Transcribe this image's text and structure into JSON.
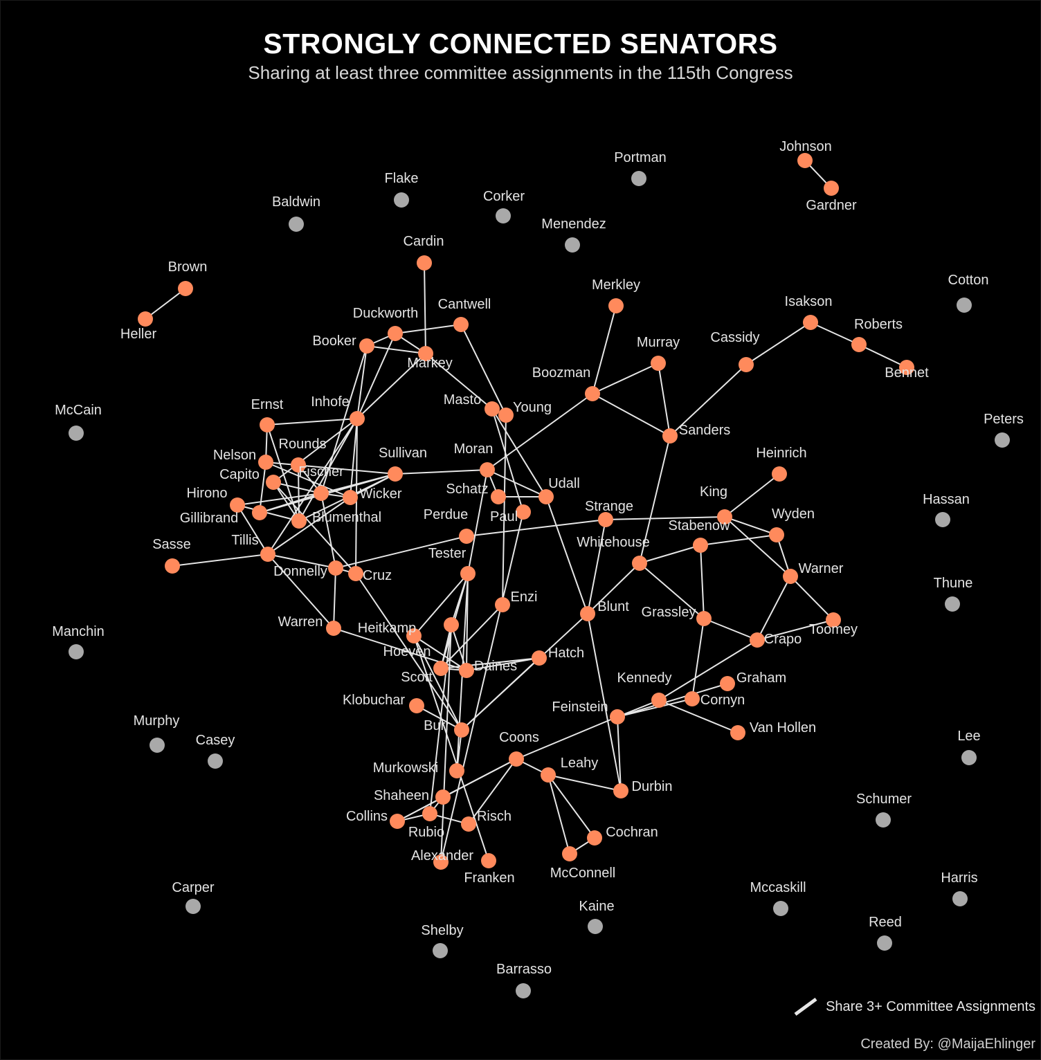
{
  "title": "STRONGLY CONNECTED SENATORS",
  "subtitle": "Sharing at least three committee assignments in the 115th Congress",
  "legend": {
    "label": "Share 3+ Committee Assignments"
  },
  "credit": "Created By: @MaijaEhlinger",
  "colors": {
    "background": "#000000",
    "connected": "#ff8a5c",
    "isolated": "#a9a9a9",
    "edge": "#e6e6e6"
  },
  "nodes": [
    {
      "id": "Johnson",
      "connected": true
    },
    {
      "id": "Gardner",
      "connected": true
    },
    {
      "id": "Portman",
      "connected": false
    },
    {
      "id": "Flake",
      "connected": false
    },
    {
      "id": "Corker",
      "connected": false
    },
    {
      "id": "Baldwin",
      "connected": false
    },
    {
      "id": "Menendez",
      "connected": false
    },
    {
      "id": "Cardin",
      "connected": true
    },
    {
      "id": "Brown",
      "connected": true
    },
    {
      "id": "Heller",
      "connected": true
    },
    {
      "id": "Merkley",
      "connected": true
    },
    {
      "id": "Cotton",
      "connected": false
    },
    {
      "id": "Isakson",
      "connected": true
    },
    {
      "id": "Roberts",
      "connected": true
    },
    {
      "id": "Bennet",
      "connected": true
    },
    {
      "id": "Cassidy",
      "connected": true
    },
    {
      "id": "Murray",
      "connected": true
    },
    {
      "id": "Boozman",
      "connected": true
    },
    {
      "id": "Duckworth",
      "connected": true
    },
    {
      "id": "Cantwell",
      "connected": true
    },
    {
      "id": "Booker",
      "connected": true
    },
    {
      "id": "Markey",
      "connected": true
    },
    {
      "id": "McCain",
      "connected": false
    },
    {
      "id": "Peters",
      "connected": false
    },
    {
      "id": "Ernst",
      "connected": true
    },
    {
      "id": "Inhofe",
      "connected": true
    },
    {
      "id": "Masto",
      "connected": true
    },
    {
      "id": "Young",
      "connected": true
    },
    {
      "id": "Sanders",
      "connected": true
    },
    {
      "id": "Heinrich",
      "connected": true
    },
    {
      "id": "Rounds",
      "connected": true
    },
    {
      "id": "Nelson",
      "connected": true
    },
    {
      "id": "Sullivan",
      "connected": true
    },
    {
      "id": "Moran",
      "connected": true
    },
    {
      "id": "Capito",
      "connected": true
    },
    {
      "id": "Fischer",
      "connected": true
    },
    {
      "id": "Hassan",
      "connected": false
    },
    {
      "id": "Hirono",
      "connected": true
    },
    {
      "id": "Wicker",
      "connected": true
    },
    {
      "id": "Schatz",
      "connected": true
    },
    {
      "id": "Udall",
      "connected": true
    },
    {
      "id": "King",
      "connected": true
    },
    {
      "id": "Gillibrand",
      "connected": true
    },
    {
      "id": "Blumenthal",
      "connected": true
    },
    {
      "id": "Paul",
      "connected": true
    },
    {
      "id": "Strange",
      "connected": true
    },
    {
      "id": "Wyden",
      "connected": true
    },
    {
      "id": "Perdue",
      "connected": true
    },
    {
      "id": "Stabenow",
      "connected": true
    },
    {
      "id": "Sasse",
      "connected": true
    },
    {
      "id": "Tillis",
      "connected": true
    },
    {
      "id": "Whitehouse",
      "connected": true
    },
    {
      "id": "Tester",
      "connected": true
    },
    {
      "id": "Warner",
      "connected": true
    },
    {
      "id": "Donnelly",
      "connected": true
    },
    {
      "id": "Cruz",
      "connected": true
    },
    {
      "id": "Thune",
      "connected": false
    },
    {
      "id": "Enzi",
      "connected": true
    },
    {
      "id": "Blunt",
      "connected": true
    },
    {
      "id": "Grassley",
      "connected": true
    },
    {
      "id": "Manchin",
      "connected": false
    },
    {
      "id": "Warren",
      "connected": true
    },
    {
      "id": "Heitkamp",
      "connected": true
    },
    {
      "id": "Toomey",
      "connected": true
    },
    {
      "id": "Crapo",
      "connected": true
    },
    {
      "id": "Hoeven",
      "connected": true
    },
    {
      "id": "Hatch",
      "connected": true
    },
    {
      "id": "Daines",
      "connected": true
    },
    {
      "id": "Scott",
      "connected": true
    },
    {
      "id": "Kennedy",
      "connected": true
    },
    {
      "id": "Graham",
      "connected": true
    },
    {
      "id": "Klobuchar",
      "connected": true
    },
    {
      "id": "Cornyn",
      "connected": true
    },
    {
      "id": "Feinstein",
      "connected": true
    },
    {
      "id": "Murphy",
      "connected": false
    },
    {
      "id": "Burr",
      "connected": true
    },
    {
      "id": "Van Hollen",
      "connected": true
    },
    {
      "id": "Casey",
      "connected": false
    },
    {
      "id": "Coons",
      "connected": true
    },
    {
      "id": "Lee",
      "connected": false
    },
    {
      "id": "Murkowski",
      "connected": true
    },
    {
      "id": "Leahy",
      "connected": true
    },
    {
      "id": "Durbin",
      "connected": true
    },
    {
      "id": "Shaheen",
      "connected": true
    },
    {
      "id": "Schumer",
      "connected": false
    },
    {
      "id": "Collins",
      "connected": true
    },
    {
      "id": "Risch",
      "connected": true
    },
    {
      "id": "Rubio",
      "connected": true
    },
    {
      "id": "Cochran",
      "connected": true
    },
    {
      "id": "Alexander",
      "connected": true
    },
    {
      "id": "Franken",
      "connected": true
    },
    {
      "id": "McConnell",
      "connected": true
    },
    {
      "id": "Carper",
      "connected": false
    },
    {
      "id": "Mccaskill",
      "connected": false
    },
    {
      "id": "Harris",
      "connected": false
    },
    {
      "id": "Kaine",
      "connected": false
    },
    {
      "id": "Reed",
      "connected": false
    },
    {
      "id": "Shelby",
      "connected": false
    },
    {
      "id": "Barrasso",
      "connected": false
    }
  ],
  "edges": [
    [
      "Johnson",
      "Gardner"
    ],
    [
      "Brown",
      "Heller"
    ],
    [
      "Cardin",
      "Markey"
    ],
    [
      "Duckworth",
      "Booker"
    ],
    [
      "Duckworth",
      "Markey"
    ],
    [
      "Duckworth",
      "Cantwell"
    ],
    [
      "Duckworth",
      "Inhofe"
    ],
    [
      "Booker",
      "Markey"
    ],
    [
      "Booker",
      "Inhofe"
    ],
    [
      "Booker",
      "Fischer"
    ],
    [
      "Markey",
      "Inhofe"
    ],
    [
      "Markey",
      "Masto"
    ],
    [
      "Cantwell",
      "Young"
    ],
    [
      "Merkley",
      "Boozman"
    ],
    [
      "Boozman",
      "Murray"
    ],
    [
      "Boozman",
      "Sanders"
    ],
    [
      "Boozman",
      "Moran"
    ],
    [
      "Murray",
      "Sanders"
    ],
    [
      "Sanders",
      "Cassidy"
    ],
    [
      "Sanders",
      "Whitehouse"
    ],
    [
      "Cassidy",
      "Isakson"
    ],
    [
      "Isakson",
      "Roberts"
    ],
    [
      "Roberts",
      "Bennet"
    ],
    [
      "Ernst",
      "Inhofe"
    ],
    [
      "Ernst",
      "Nelson"
    ],
    [
      "Ernst",
      "Blumenthal"
    ],
    [
      "Inhofe",
      "Capito"
    ],
    [
      "Inhofe",
      "Tillis"
    ],
    [
      "Inhofe",
      "Cruz"
    ],
    [
      "Inhofe",
      "Blumenthal"
    ],
    [
      "Inhofe",
      "Wicker"
    ],
    [
      "Masto",
      "Paul"
    ],
    [
      "Masto",
      "Udall"
    ],
    [
      "Young",
      "Enzi"
    ],
    [
      "Nelson",
      "Gillibrand"
    ],
    [
      "Nelson",
      "Sullivan"
    ],
    [
      "Nelson",
      "Wicker"
    ],
    [
      "Rounds",
      "Fischer"
    ],
    [
      "Rounds",
      "Blumenthal"
    ],
    [
      "Capito",
      "Fischer"
    ],
    [
      "Capito",
      "Blumenthal"
    ],
    [
      "Capito",
      "Cruz"
    ],
    [
      "Fischer",
      "Sullivan"
    ],
    [
      "Fischer",
      "Wicker"
    ],
    [
      "Fischer",
      "Hirono"
    ],
    [
      "Fischer",
      "Gillibrand"
    ],
    [
      "Fischer",
      "Donnelly"
    ],
    [
      "Sullivan",
      "Moran"
    ],
    [
      "Sullivan",
      "Wicker"
    ],
    [
      "Sullivan",
      "Gillibrand"
    ],
    [
      "Sullivan",
      "Blumenthal"
    ],
    [
      "Moran",
      "Schatz"
    ],
    [
      "Moran",
      "Udall"
    ],
    [
      "Moran",
      "Tester"
    ],
    [
      "Hirono",
      "Blumenthal"
    ],
    [
      "Hirono",
      "Tillis"
    ],
    [
      "Wicker",
      "Tillis"
    ],
    [
      "Schatz",
      "Udall"
    ],
    [
      "Udall",
      "Blunt"
    ],
    [
      "King",
      "Heinrich"
    ],
    [
      "King",
      "Wyden"
    ],
    [
      "King",
      "Warner"
    ],
    [
      "King",
      "Strange"
    ],
    [
      "Strange",
      "Perdue"
    ],
    [
      "Strange",
      "Blunt"
    ],
    [
      "Wyden",
      "Stabenow"
    ],
    [
      "Wyden",
      "Warner"
    ],
    [
      "Stabenow",
      "Grassley"
    ],
    [
      "Stabenow",
      "Whitehouse"
    ],
    [
      "Perdue",
      "Donnelly"
    ],
    [
      "Sasse",
      "Tillis"
    ],
    [
      "Tillis",
      "Donnelly"
    ],
    [
      "Tillis",
      "Warren"
    ],
    [
      "Donnelly",
      "Cruz"
    ],
    [
      "Donnelly",
      "Warren"
    ],
    [
      "Cruz",
      "Burr"
    ],
    [
      "Tester",
      "Heitkamp"
    ],
    [
      "Tester",
      "Scott"
    ],
    [
      "Tester",
      "Hoeven"
    ],
    [
      "Tester",
      "Daines"
    ],
    [
      "Tester",
      "Murkowski"
    ],
    [
      "Enzi",
      "Scott"
    ],
    [
      "Paul",
      "Alexander"
    ],
    [
      "Whitehouse",
      "Grassley"
    ],
    [
      "Whitehouse",
      "Blunt"
    ],
    [
      "Blunt",
      "Burr"
    ],
    [
      "Blunt",
      "Durbin"
    ],
    [
      "Warner",
      "Crapo"
    ],
    [
      "Warner",
      "Toomey"
    ],
    [
      "Crapo",
      "Grassley"
    ],
    [
      "Crapo",
      "Toomey"
    ],
    [
      "Crapo",
      "Kennedy"
    ],
    [
      "Grassley",
      "Cornyn"
    ],
    [
      "Warren",
      "Daines"
    ],
    [
      "Heitkamp",
      "Daines"
    ],
    [
      "Heitkamp",
      "Franken"
    ],
    [
      "Hoeven",
      "Scott"
    ],
    [
      "Hoeven",
      "Daines"
    ],
    [
      "Hoeven",
      "Rubio"
    ],
    [
      "Hoeven",
      "Alexander"
    ],
    [
      "Scott",
      "Daines"
    ],
    [
      "Daines",
      "Hatch"
    ],
    [
      "Hatch",
      "Scott"
    ],
    [
      "Kennedy",
      "Van Hollen"
    ],
    [
      "Kennedy",
      "Feinstein"
    ],
    [
      "Graham",
      "Feinstein"
    ],
    [
      "Cornyn",
      "Feinstein"
    ],
    [
      "Feinstein",
      "Coons"
    ],
    [
      "Feinstein",
      "Durbin"
    ],
    [
      "Klobuchar",
      "Burr"
    ],
    [
      "Burr",
      "Hatch"
    ],
    [
      "Burr",
      "Heitkamp"
    ],
    [
      "Burr",
      "Murkowski"
    ],
    [
      "Coons",
      "Leahy"
    ],
    [
      "Coons",
      "Collins"
    ],
    [
      "Coons",
      "Shaheen"
    ],
    [
      "Coons",
      "Risch"
    ],
    [
      "Leahy",
      "Durbin"
    ],
    [
      "Leahy",
      "Cochran"
    ],
    [
      "Leahy",
      "McConnell"
    ],
    [
      "McConnell",
      "Cochran"
    ],
    [
      "Shaheen",
      "Collins"
    ],
    [
      "Shaheen",
      "Rubio"
    ],
    [
      "Rubio",
      "Risch"
    ],
    [
      "Collins",
      "Rubio"
    ]
  ]
}
